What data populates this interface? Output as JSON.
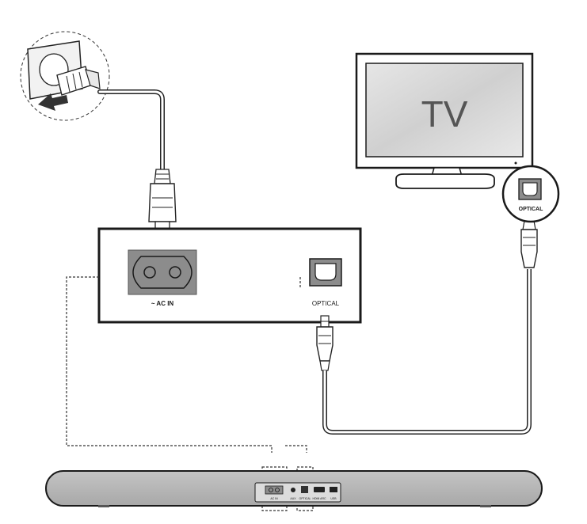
{
  "tv": {
    "label": "TV",
    "port_label": "OPTICAL"
  },
  "panel": {
    "ac_label": "~ AC IN",
    "optical_label": "OPTICAL"
  },
  "soundbar": {
    "port_labels": [
      "AC IN",
      "AUX",
      "OPTICAL",
      "HDMI ARC",
      "USB"
    ]
  },
  "colors": {
    "line": "#1a1a1a",
    "port_gray": "#8c8c8c",
    "soundbar_fill": "#b5b5b5",
    "tv_screen": "#d9d9d9"
  }
}
